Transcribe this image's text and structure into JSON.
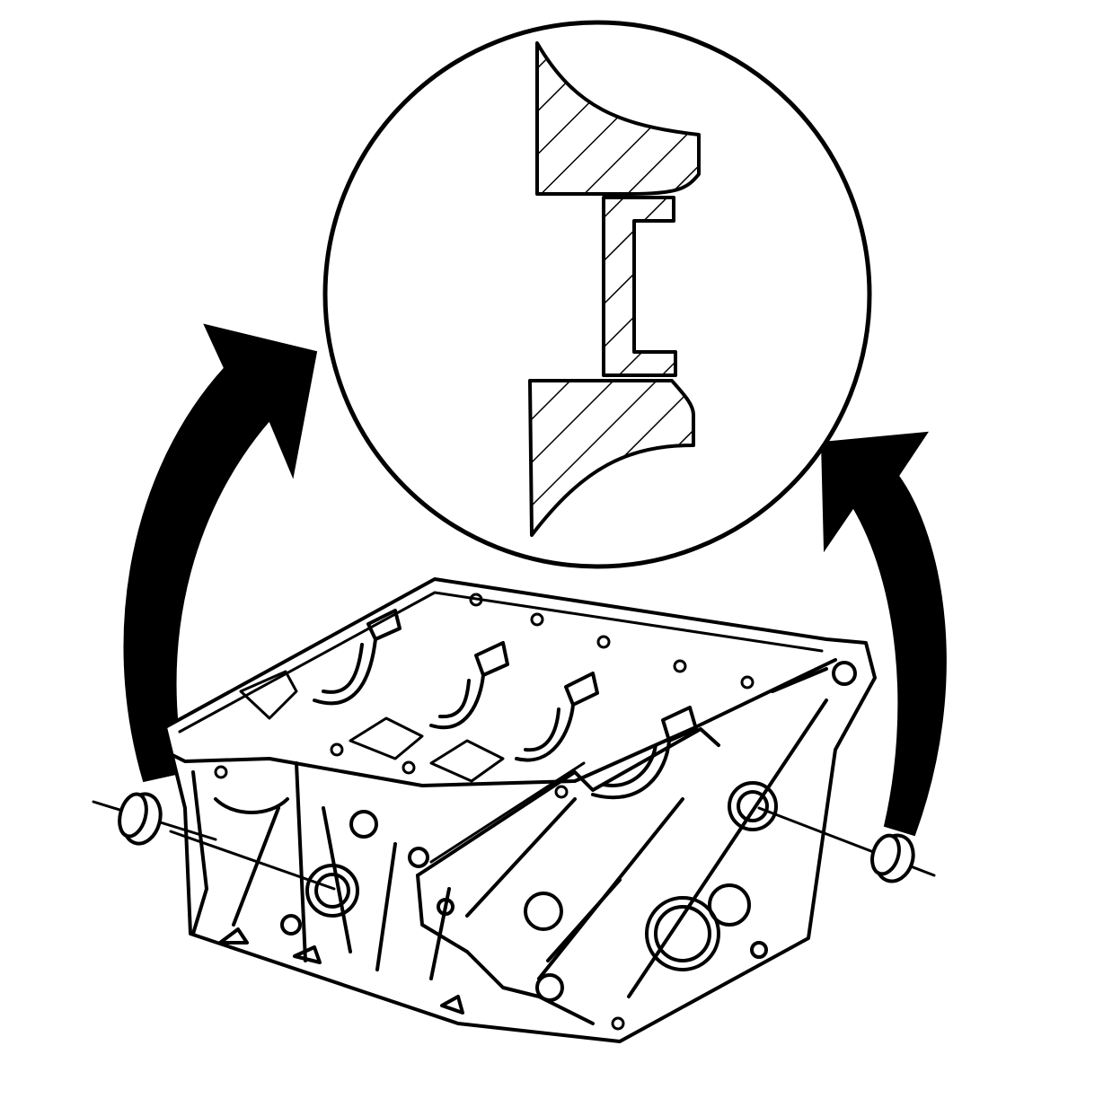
{
  "figure": {
    "kind": "technical line illustration",
    "colors": {
      "ink": "#000000",
      "paper": "#ffffff"
    },
    "parts": [
      "engine-block",
      "magnified-detail-circle",
      "left-curved-arrow",
      "right-curved-arrow",
      "left-expansion-plug",
      "right-expansion-plug"
    ]
  }
}
